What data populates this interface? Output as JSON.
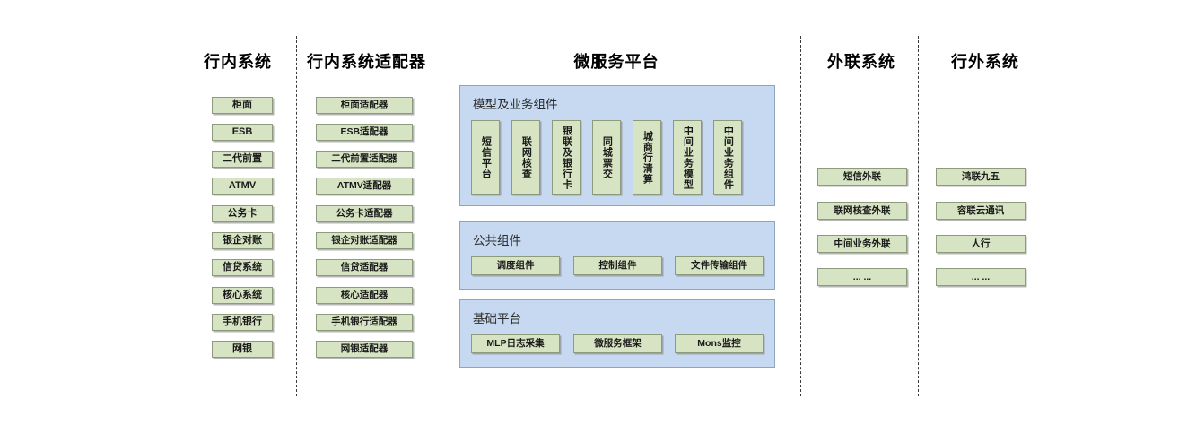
{
  "diagram": {
    "title_bar": "",
    "columns": [
      {
        "id": "intrabank-systems",
        "title": "行内系统",
        "items": [
          {
            "label": "柜面"
          },
          {
            "label": "ESB"
          },
          {
            "label": "二代前置"
          },
          {
            "label": "ATMV"
          },
          {
            "label": "公务卡"
          },
          {
            "label": "银企对账"
          },
          {
            "label": "信贷系统"
          },
          {
            "label": "核心系统"
          },
          {
            "label": "手机银行"
          },
          {
            "label": "网银"
          }
        ]
      },
      {
        "id": "intrabank-adapters",
        "title": "行内系统适配器",
        "items": [
          {
            "label": "柜面适配器"
          },
          {
            "label": "ESB适配器"
          },
          {
            "label": "二代前置适配器"
          },
          {
            "label": "ATMV适配器"
          },
          {
            "label": "公务卡适配器"
          },
          {
            "label": "银企对账适配器"
          },
          {
            "label": "信贷适配器"
          },
          {
            "label": "核心适配器"
          },
          {
            "label": "手机银行适配器"
          },
          {
            "label": "网银适配器"
          }
        ]
      },
      {
        "id": "microservice-platform",
        "title": "微服务平台"
      },
      {
        "id": "external-link-systems",
        "title": "外联系统",
        "items": [
          {
            "label": "短信外联"
          },
          {
            "label": "联网核查外联"
          },
          {
            "label": "中间业务外联"
          },
          {
            "label": "... ..."
          }
        ]
      },
      {
        "id": "outside-bank-systems",
        "title": "行外系统",
        "items": [
          {
            "label": "鸿联九五"
          },
          {
            "label": "容联云通讯"
          },
          {
            "label": "人行"
          },
          {
            "label": "... ..."
          }
        ]
      }
    ],
    "platform": {
      "panels": [
        {
          "id": "model-and-business-components",
          "title": "模型及业务组件",
          "orientation": "vertical",
          "items": [
            {
              "label": "短信平台"
            },
            {
              "label": "联网核查"
            },
            {
              "label": "银联及银行卡"
            },
            {
              "label": "同城票交"
            },
            {
              "label": "城商行清算"
            },
            {
              "label": "中间业务模型"
            },
            {
              "label": "中间业务组件"
            }
          ]
        },
        {
          "id": "public-components",
          "title": "公共组件",
          "orientation": "horizontal",
          "items": [
            {
              "label": "调度组件"
            },
            {
              "label": "控制组件"
            },
            {
              "label": "文件传输组件"
            }
          ]
        },
        {
          "id": "base-platform",
          "title": "基础平台",
          "orientation": "horizontal",
          "items": [
            {
              "label": "MLP日志采集"
            },
            {
              "label": "微服务框架"
            },
            {
              "label": "Mons监控"
            }
          ]
        }
      ]
    },
    "colors": {
      "node_fill": "#d7e4c3",
      "node_border": "#8d9b7c",
      "panel_fill": "#c6d9f1",
      "panel_border": "#8ea5c0",
      "divider": "#3a3a3a",
      "text": "#1a1a1a"
    }
  }
}
